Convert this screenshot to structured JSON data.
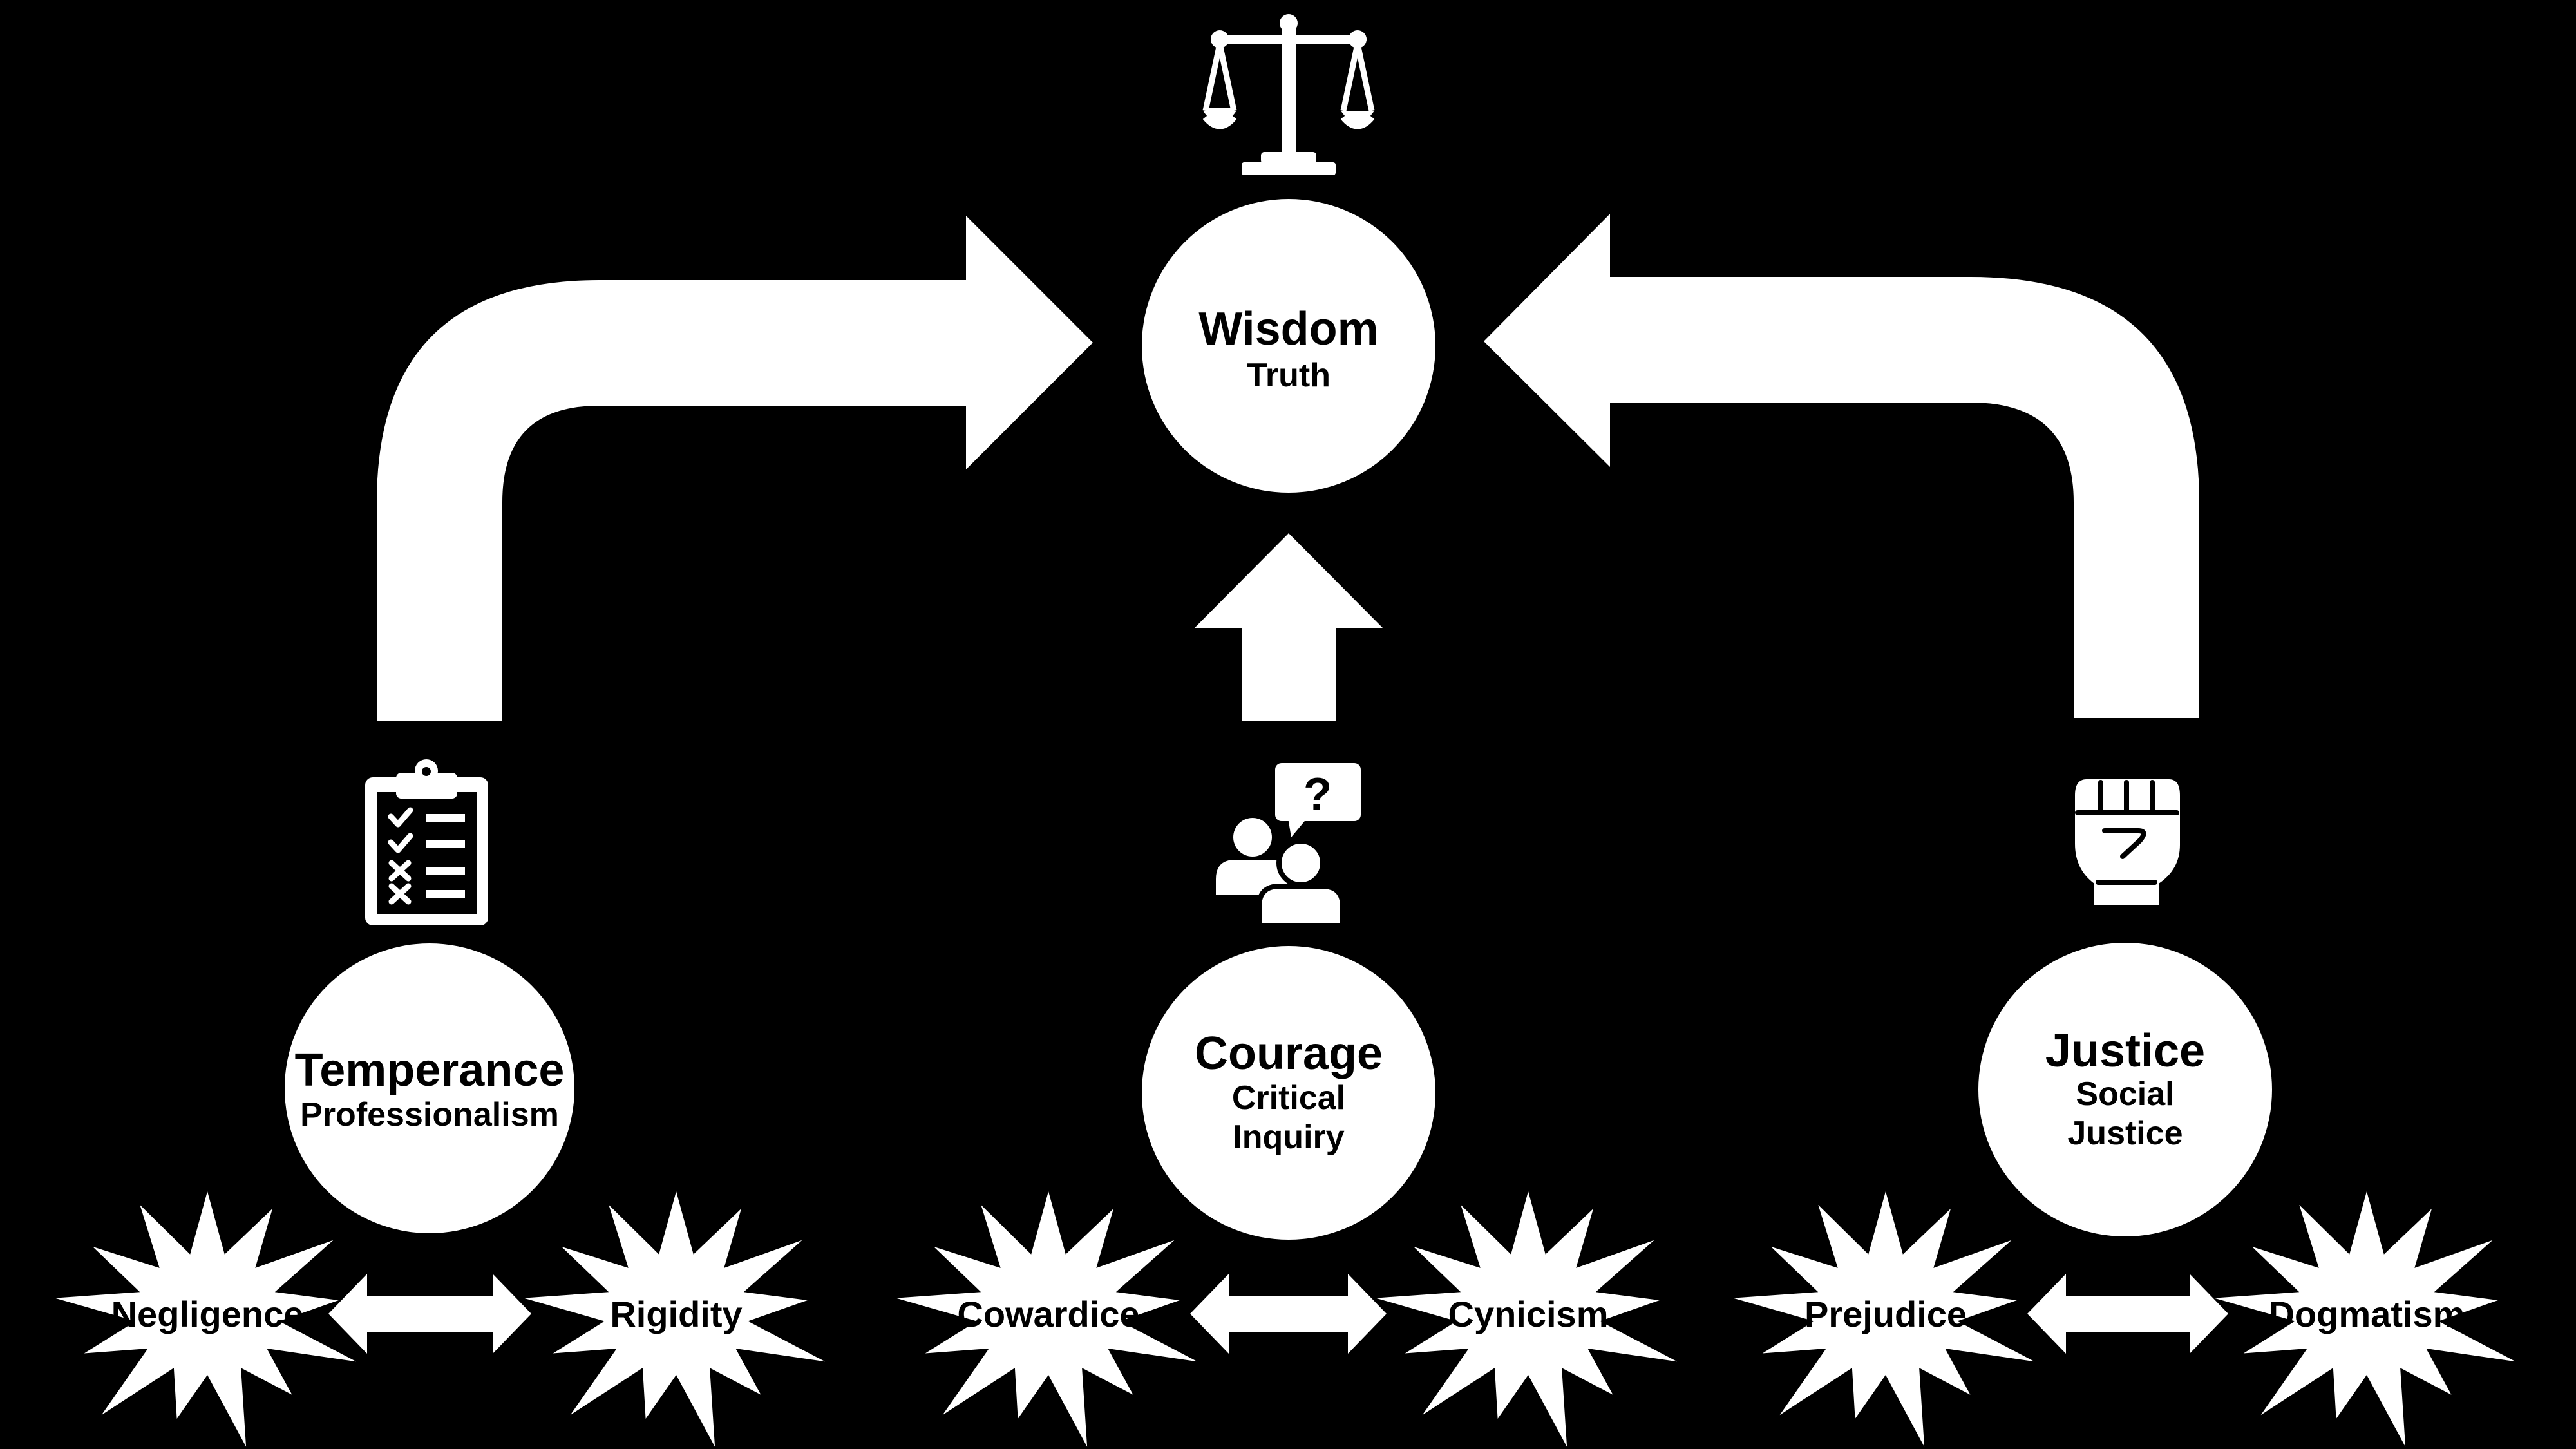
{
  "colors": {
    "background": "#000000",
    "shape": "#ffffff",
    "text": "#000000"
  },
  "center_virtue": {
    "title": "Wisdom",
    "subtitle": [
      "Truth"
    ],
    "icon": "scales-of-justice-icon"
  },
  "virtues": [
    {
      "title": "Temperance",
      "subtitle": [
        "Professionalism"
      ],
      "icon": "clipboard-checklist-icon",
      "vices": [
        "Negligence",
        "Rigidity"
      ]
    },
    {
      "title": "Courage",
      "subtitle": [
        "Critical",
        "Inquiry"
      ],
      "icon": "people-question-icon",
      "vices": [
        "Cowardice",
        "Cynicism"
      ]
    },
    {
      "title": "Justice",
      "subtitle": [
        "Social",
        "Justice"
      ],
      "icon": "raised-fist-icon",
      "vices": [
        "Prejudice",
        "Dogmatism"
      ]
    }
  ]
}
